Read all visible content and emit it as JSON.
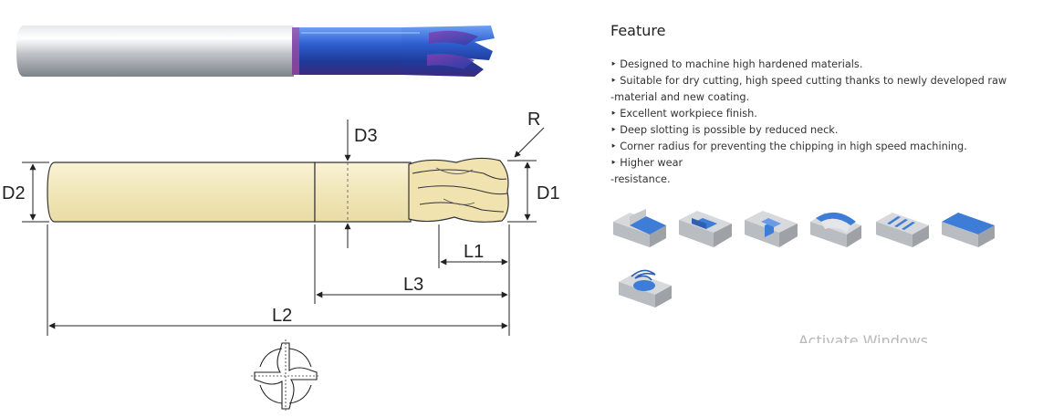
{
  "drawing": {
    "labels": {
      "d1": "D1",
      "d2": "D2",
      "d3": "D3",
      "r": "R",
      "l1": "L1",
      "l2": "L2",
      "l3": "L3"
    }
  },
  "feature": {
    "title": "Feature",
    "items": [
      "‣ Designed to machine high hardened materials.",
      "‣ Suitable for dry cutting, high speed cutting thanks to newly developed raw",
      "-material and new coating.",
      "‣ Excellent workpiece finish.",
      "‣ Deep slotting is possible by reduced neck.",
      "‣ Corner radius for preventing the chipping in high speed machining.",
      "‣ Higher wear",
      "-resistance."
    ]
  },
  "applications": [
    {
      "icon": "step-milling-icon"
    },
    {
      "icon": "pocket-slot-icon"
    },
    {
      "icon": "side-pocket-icon"
    },
    {
      "icon": "radius-groove-icon"
    },
    {
      "icon": "multi-slot-icon"
    },
    {
      "icon": "face-milling-icon"
    },
    {
      "icon": "helical-milling-icon"
    }
  ],
  "watermark": "Activate Windows",
  "colors": {
    "coating_blue": "#2f5fd0",
    "shank_silver": "#c9ccd1",
    "drawing_body": "#f4ecc4",
    "application_blue": "#3d7dd8"
  }
}
